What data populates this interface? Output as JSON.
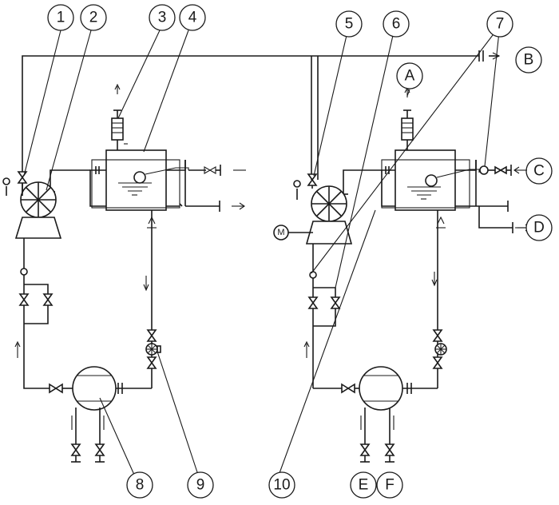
{
  "callouts": {
    "c1": "1",
    "c2": "2",
    "c3": "3",
    "c4": "4",
    "c5": "5",
    "c6": "6",
    "c7": "7",
    "c8": "8",
    "c9": "9",
    "c10": "10",
    "cA": "A",
    "cB": "B",
    "cC": "C",
    "cD": "D",
    "cE": "E",
    "cF": "F"
  },
  "motor_label": "M",
  "colors": {
    "line": "#1a1a1a",
    "background": "#ffffff"
  }
}
